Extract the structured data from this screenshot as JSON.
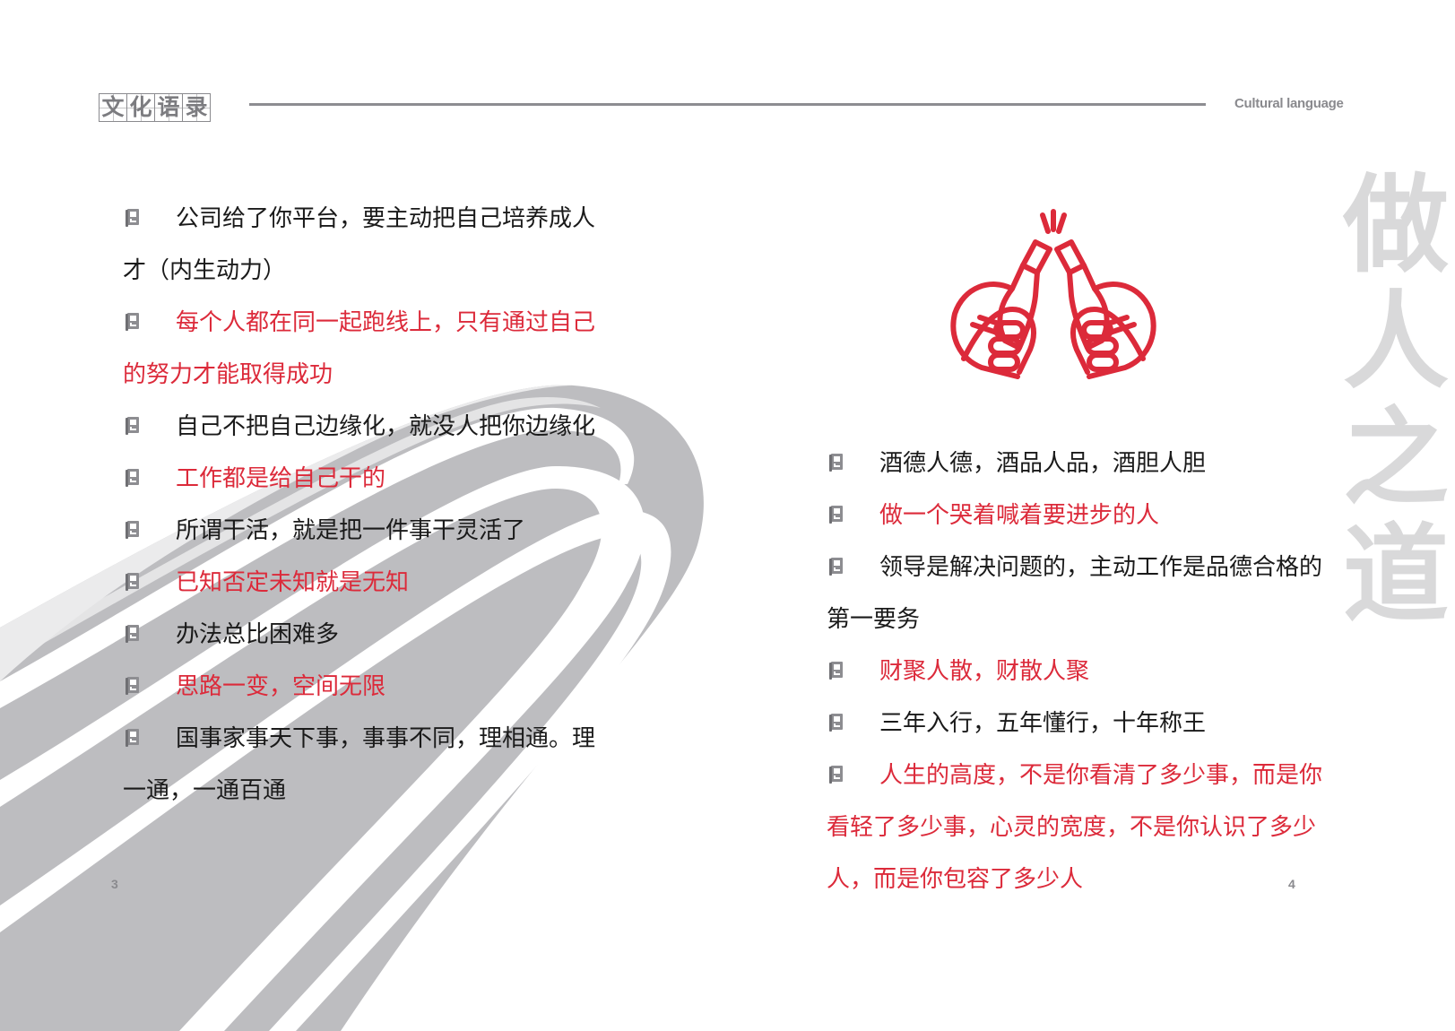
{
  "header": {
    "title_chars": [
      "文",
      "化",
      "语",
      "录"
    ],
    "subtitle_en": "Cultural language"
  },
  "side_title": {
    "chars": [
      "做",
      "人",
      "之",
      "道"
    ],
    "color": "#d9d9da"
  },
  "colors": {
    "accent_red": "#dc2a3a",
    "text_black": "#1a1a1a",
    "gray": "#8a8a8e",
    "road_gray": "#bdbdc0"
  },
  "left_page": {
    "page_number": "3",
    "items": [
      {
        "text": "公司给了你平台，要主动把自己培养成人",
        "continuation": "才（内生动力）",
        "color": "black"
      },
      {
        "text": "每个人都在同一起跑线上，只有通过自己",
        "continuation": "的努力才能取得成功",
        "color": "red"
      },
      {
        "text": "自己不把自己边缘化，就没人把你边缘化",
        "continuation": null,
        "color": "black"
      },
      {
        "text": "工作都是给自己干的",
        "continuation": null,
        "color": "red"
      },
      {
        "text": "所谓干活，就是把一件事干灵活了",
        "continuation": null,
        "color": "black"
      },
      {
        "text": "已知否定未知就是无知",
        "continuation": null,
        "color": "red"
      },
      {
        "text": "办法总比困难多",
        "continuation": null,
        "color": "black"
      },
      {
        "text": "思路一变，空间无限",
        "continuation": null,
        "color": "red"
      },
      {
        "text": "国事家事天下事，事事不同，理相通。理",
        "continuation": "一通，一通百通",
        "color": "black"
      }
    ]
  },
  "right_page": {
    "page_number": "4",
    "illustration": "toasting-bottles-icon",
    "items": [
      {
        "text": "酒德人德，酒品人品，酒胆人胆",
        "continuation": null,
        "color": "black"
      },
      {
        "text": "做一个哭着喊着要进步的人",
        "continuation": null,
        "color": "red"
      },
      {
        "text": "领导是解决问题的，主动工作是品德合格的",
        "continuation": "第一要务",
        "color": "black"
      },
      {
        "text": "财聚人散，财散人聚",
        "continuation": null,
        "color": "red"
      },
      {
        "text": "三年入行，五年懂行，十年称王",
        "continuation": null,
        "color": "black"
      },
      {
        "text": "人生的高度，不是你看清了多少事，而是你",
        "continuation": "看轻了多少事，心灵的宽度，不是你认识了多少",
        "continuation2": "人，而是你包容了多少人",
        "color": "red"
      }
    ]
  }
}
